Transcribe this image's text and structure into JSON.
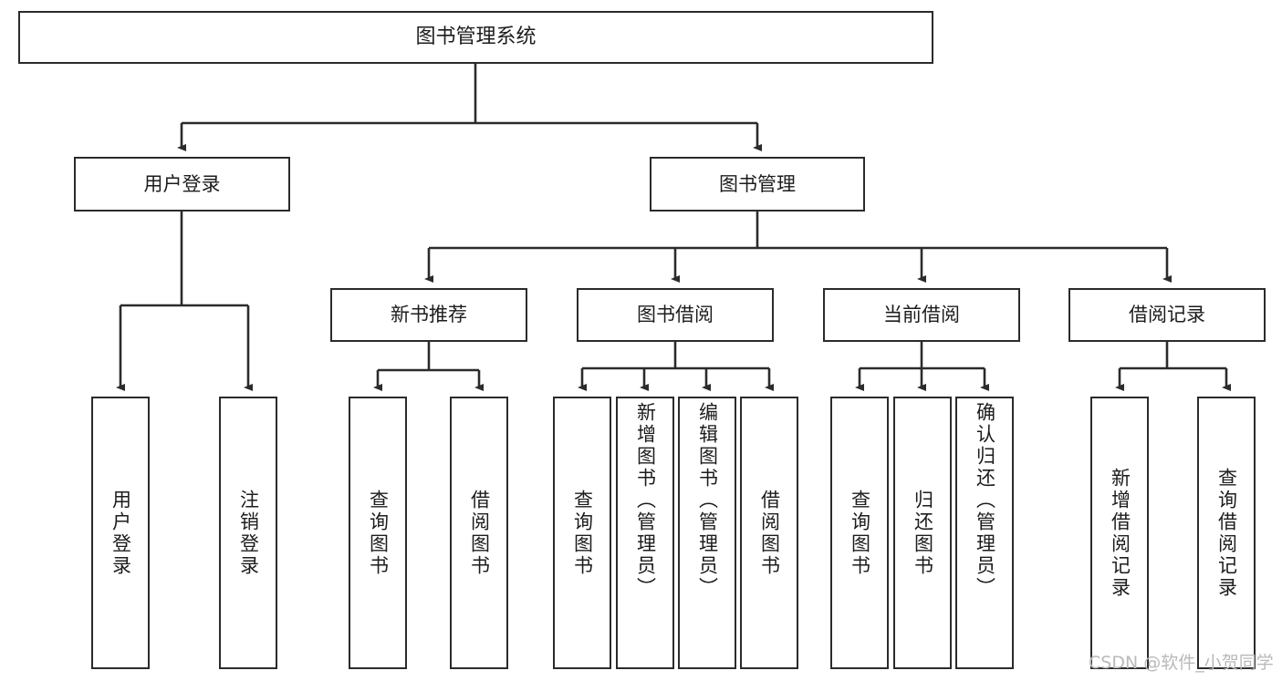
{
  "diagram": {
    "title": "图书管理系统",
    "type": "tree-hierarchy",
    "stroke_color": "#2b2b2b",
    "fill_color": "#ffffff",
    "text_color": "#1c1c1c"
  },
  "root": {
    "label": "图书管理系统"
  },
  "level2": [
    {
      "label": "用户登录"
    },
    {
      "label": "图书管理"
    }
  ],
  "level3": [
    {
      "label": "新书推荐"
    },
    {
      "label": "图书借阅"
    },
    {
      "label": "当前借阅"
    },
    {
      "label": "借阅记录"
    }
  ],
  "leaves": {
    "user_login": [
      {
        "label": "用户登录"
      },
      {
        "label": "注销登录"
      }
    ],
    "new_book_recommend": [
      {
        "label": "查询图书"
      },
      {
        "label": "借阅图书"
      }
    ],
    "book_borrow": [
      {
        "label": "查询图书"
      },
      {
        "label": "新增图书（管理员）"
      },
      {
        "label": "编辑图书（管理员）"
      },
      {
        "label": "借阅图书"
      }
    ],
    "current_borrow": [
      {
        "label": "查询图书"
      },
      {
        "label": "归还图书"
      },
      {
        "label": "确认归还（管理员）"
      }
    ],
    "borrow_record": [
      {
        "label": "新增借阅记录"
      },
      {
        "label": "查询借阅记录"
      }
    ]
  },
  "watermark": {
    "text": "CSDN @软件_小贺同学"
  }
}
